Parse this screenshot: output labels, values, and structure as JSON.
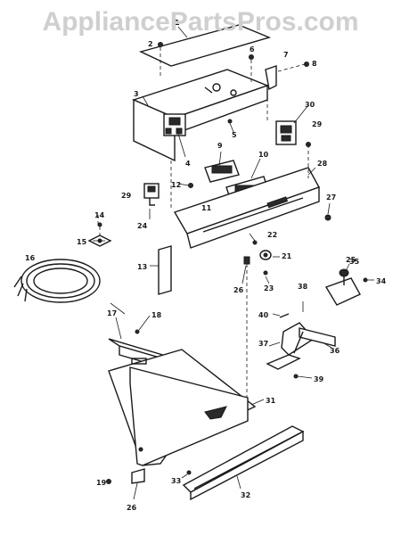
{
  "watermark": "AppliancePartsPros.com",
  "callouts": [
    {
      "id": "c1",
      "text": "1"
    },
    {
      "id": "c2",
      "text": "2"
    },
    {
      "id": "c3",
      "text": "3"
    },
    {
      "id": "c4",
      "text": "4"
    },
    {
      "id": "c5",
      "text": "5"
    },
    {
      "id": "c6",
      "text": "6"
    },
    {
      "id": "c7",
      "text": "7"
    },
    {
      "id": "c8",
      "text": "8"
    },
    {
      "id": "c9",
      "text": "9"
    },
    {
      "id": "c10",
      "text": "10"
    },
    {
      "id": "c11",
      "text": "11"
    },
    {
      "id": "c12",
      "text": "12"
    },
    {
      "id": "c13",
      "text": "13"
    },
    {
      "id": "c14",
      "text": "14"
    },
    {
      "id": "c15",
      "text": "15"
    },
    {
      "id": "c16",
      "text": "16"
    },
    {
      "id": "c17",
      "text": "17"
    },
    {
      "id": "c18",
      "text": "18"
    },
    {
      "id": "c19",
      "text": "19"
    },
    {
      "id": "c21",
      "text": "21"
    },
    {
      "id": "c22",
      "text": "22"
    },
    {
      "id": "c23",
      "text": "23"
    },
    {
      "id": "c24",
      "text": "24"
    },
    {
      "id": "c25",
      "text": "25"
    },
    {
      "id": "c26a",
      "text": "26"
    },
    {
      "id": "c26b",
      "text": "26"
    },
    {
      "id": "c27",
      "text": "27"
    },
    {
      "id": "c28",
      "text": "28"
    },
    {
      "id": "c29a",
      "text": "29"
    },
    {
      "id": "c29b",
      "text": "29"
    },
    {
      "id": "c30",
      "text": "30"
    },
    {
      "id": "c31",
      "text": "31"
    },
    {
      "id": "c32",
      "text": "32"
    },
    {
      "id": "c33",
      "text": "33"
    },
    {
      "id": "c34",
      "text": "34"
    },
    {
      "id": "c35",
      "text": "35"
    },
    {
      "id": "c36",
      "text": "36"
    },
    {
      "id": "c37",
      "text": "37"
    },
    {
      "id": "c38",
      "text": "38"
    },
    {
      "id": "c39",
      "text": "39"
    },
    {
      "id": "c40",
      "text": "40"
    }
  ]
}
